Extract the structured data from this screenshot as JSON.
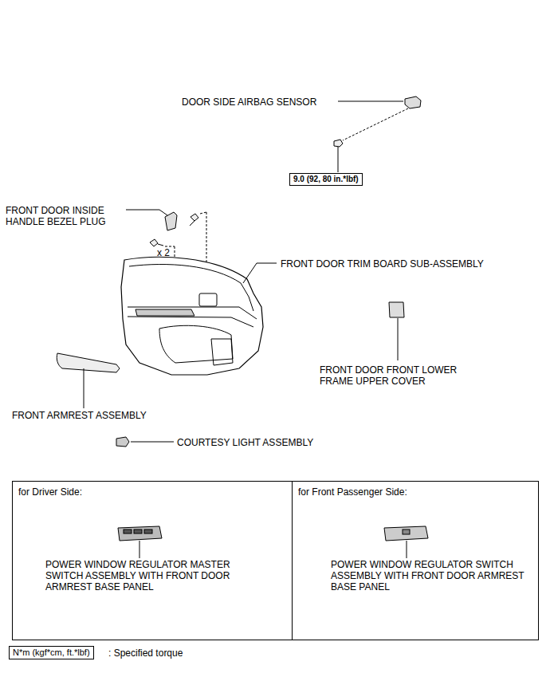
{
  "diagram": {
    "nodes": [
      {
        "text": [
          "9.0 (92, 80 in.*lbf)"
        ]
      },
      {
        "text": [
          "for Driver Side:",
          "POWER WINDOW REGULATOR MASTER SWITCH ASSEMBLY WITH FRONT DOOR ARMREST BASE PANEL"
        ]
      },
      {
        "text": [
          "for Front Passenger Side:",
          "POWER WINDOW REGULATOR SWITCH ASSEMBLY WITH FRONT DOOR ARMREST BASE PANEL"
        ]
      },
      {
        "text": [
          "N*m (kgf*cm, ft.*lbf)"
        ]
      }
    ],
    "edges": [],
    "labels": [
      "DOOR SIDE AIRBAG SENSOR",
      "FRONT DOOR INSIDE HANDLE BEZEL PLUG",
      "x 2",
      "FRONT DOOR TRIM BOARD SUB-ASSEMBLY",
      "FRONT DOOR FRONT LOWER FRAME UPPER COVER",
      "FRONT ARMREST ASSEMBLY",
      "COURTESY LIGHT ASSEMBLY",
      ": Specified torque"
    ]
  }
}
